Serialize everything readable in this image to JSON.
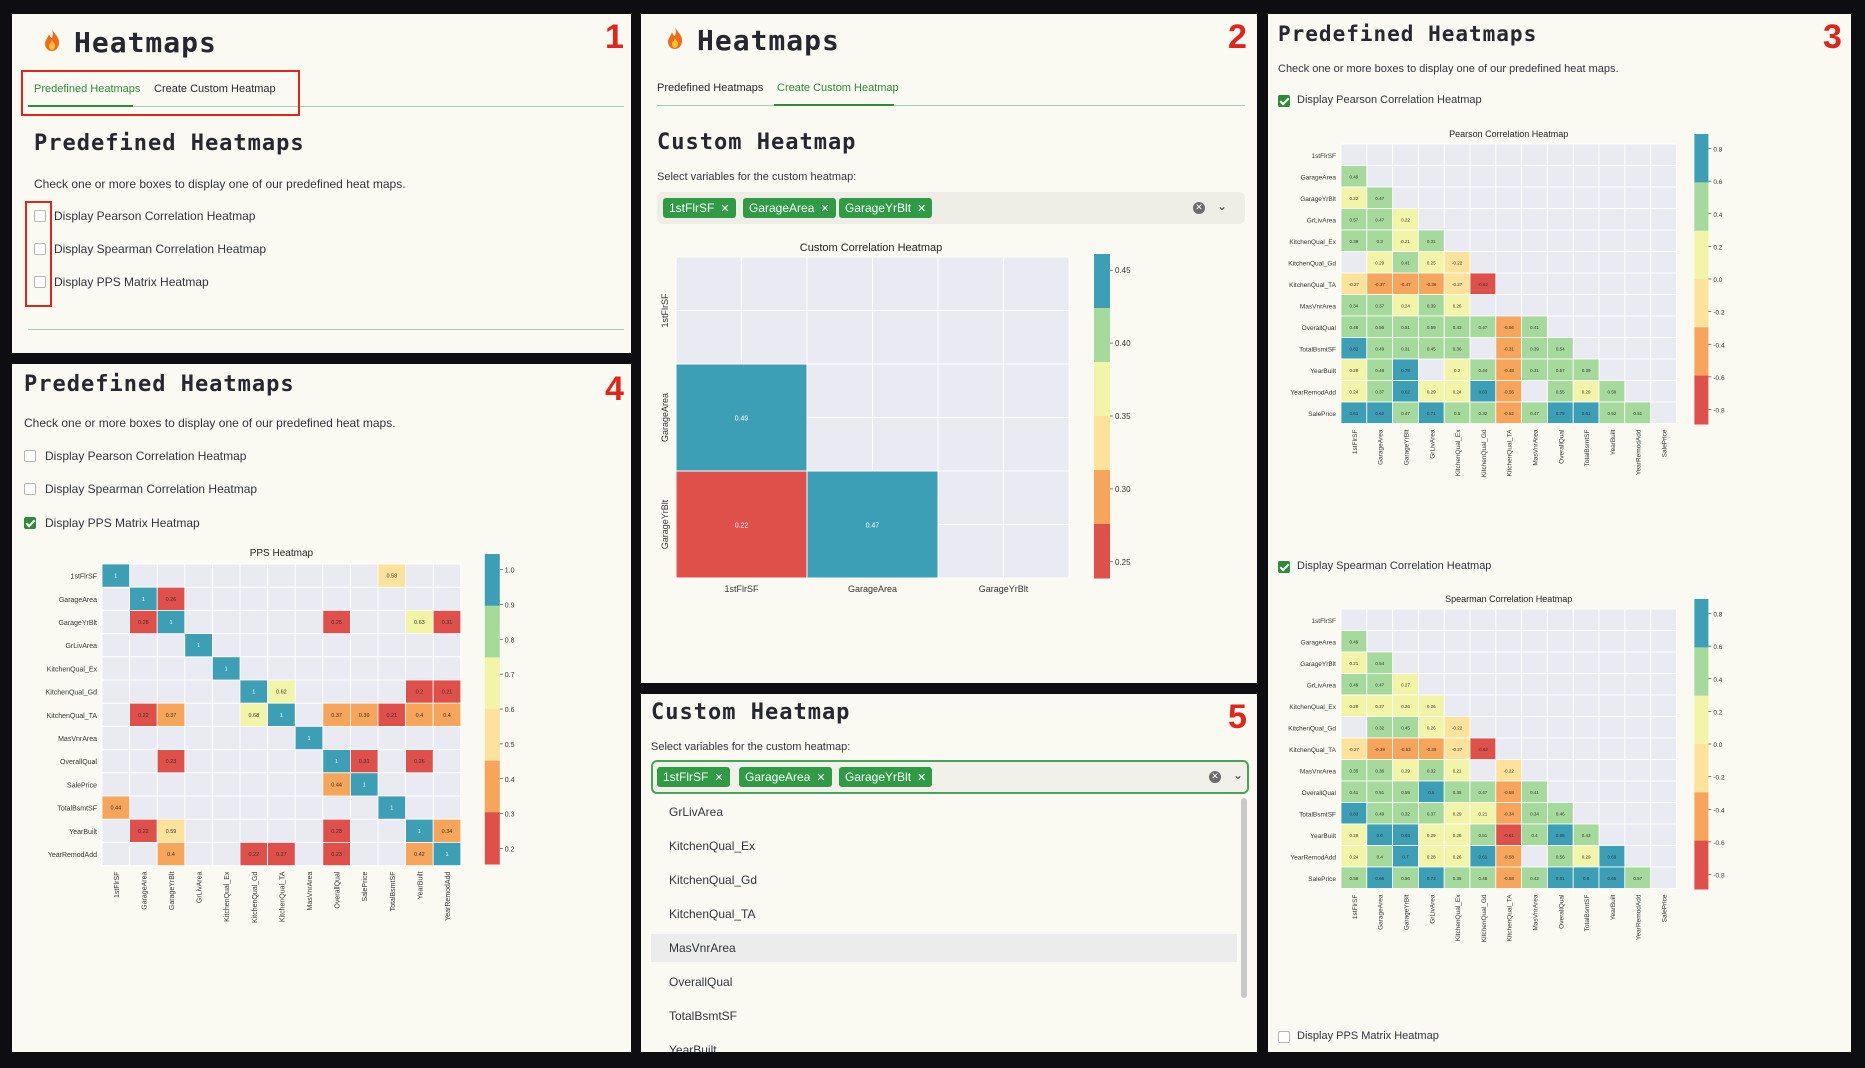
{
  "panels": {
    "p1": {
      "number": "1",
      "app_title": "Heatmaps",
      "tabs": [
        "Predefined Heatmaps",
        "Create Custom Heatmap"
      ],
      "section_title": "Predefined Heatmaps",
      "description": "Check one or more boxes to display one of our predefined heat maps.",
      "checkboxes": [
        "Display Pearson Correlation Heatmap",
        "Display Spearman Correlation Heatmap",
        "Display PPS Matrix Heatmap"
      ]
    },
    "p2": {
      "number": "2",
      "app_title": "Heatmaps",
      "tabs": [
        "Predefined Heatmaps",
        "Create Custom Heatmap"
      ],
      "section_title": "Custom Heatmap",
      "select_label": "Select variables for the custom heatmap:",
      "chips": [
        "1stFlrSF",
        "GarageArea",
        "GarageYrBlt"
      ]
    },
    "p3": {
      "number": "3",
      "section_title": "Predefined Heatmaps",
      "description": "Check one or more boxes to display one of our predefined heat maps.",
      "cb_pearson": "Display Pearson Correlation Heatmap",
      "cb_spearman": "Display Spearman Correlation Heatmap",
      "cb_pps": "Display PPS Matrix Heatmap"
    },
    "p4": {
      "number": "4",
      "section_title": "Predefined Heatmaps",
      "description": "Check one or more boxes to display one of our predefined heat maps.",
      "checkboxes": [
        "Display Pearson Correlation Heatmap",
        "Display Spearman Correlation Heatmap",
        "Display PPS Matrix Heatmap"
      ]
    },
    "p5": {
      "number": "5",
      "section_title": "Custom Heatmap",
      "select_label": "Select variables for the custom heatmap:",
      "chips": [
        "1stFlrSF",
        "GarageArea",
        "GarageYrBlt"
      ],
      "options": [
        "GrLivArea",
        "KitchenQual_Ex",
        "KitchenQual_Gd",
        "KitchenQual_TA",
        "MasVnrArea",
        "OverallQual",
        "TotalBsmtSF",
        "YearBuilt"
      ]
    }
  },
  "colors": {
    "accent": "#2e8b3a",
    "annotation_red": "#e0251b",
    "scale": [
      "#e0504b",
      "#f6a55b",
      "#fce29a",
      "#f2f4a8",
      "#a6d99c",
      "#3d9fb5"
    ]
  },
  "chart_data": [
    {
      "id": "custom",
      "type": "heatmap",
      "title": "Custom Correlation Heatmap",
      "labels": [
        "1stFlrSF",
        "GarageArea",
        "GarageYrBlt"
      ],
      "cells": [
        {
          "r": 1,
          "c": 0,
          "v": 0.49,
          "t": "0.49"
        },
        {
          "r": 2,
          "c": 0,
          "v": 0.22,
          "t": "0.22"
        },
        {
          "r": 2,
          "c": 1,
          "v": 0.47,
          "t": "0.47"
        }
      ],
      "vmin": 0.22,
      "vmax": 0.49,
      "colorbar_ticks": [
        "0.45",
        "0.40",
        "0.35",
        "0.30",
        "0.25"
      ]
    },
    {
      "id": "pearson",
      "type": "heatmap",
      "title": "Pearson Correlation Heatmap",
      "labels": [
        "1stFlrSF",
        "GarageArea",
        "GarageYrBlt",
        "GrLivArea",
        "KitchenQual_Ex",
        "KitchenQual_Gd",
        "KitchenQual_TA",
        "MasVnrArea",
        "OverallQual",
        "TotalBsmtSF",
        "YearBuilt",
        "YearRemodAdd",
        "SalePrice"
      ],
      "rows": [
        [],
        [
          "0.49"
        ],
        [
          "0.22",
          "0.47"
        ],
        [
          "0.57",
          "0.47",
          "0.22"
        ],
        [
          "0.39",
          "0.3",
          "0.21",
          "0.31"
        ],
        [
          "",
          "0.29",
          "0.41",
          "0.25",
          "-0.22"
        ],
        [
          "-0.27",
          "-0.37",
          "-0.47",
          "-0.36",
          "-0.27",
          "-0.62"
        ],
        [
          "0.34",
          "0.37",
          "0.24",
          "0.39",
          "0.26",
          "",
          ""
        ],
        [
          "0.48",
          "0.56",
          "0.51",
          "0.59",
          "0.43",
          "0.47",
          "-0.56",
          "0.41"
        ],
        [
          "0.82",
          "0.49",
          "0.31",
          "0.45",
          "0.36",
          "",
          "-0.31",
          "0.39",
          "0.54"
        ],
        [
          "0.28",
          "0.48",
          "0.78",
          "",
          "0.2",
          "0.44",
          "-0.48",
          "0.31",
          "0.57",
          "0.39"
        ],
        [
          "0.24",
          "0.37",
          "0.62",
          "0.29",
          "0.24",
          "0.63",
          "-0.56",
          "",
          "0.55",
          "0.29",
          "0.59"
        ],
        [
          "0.61",
          "0.62",
          "0.47",
          "0.71",
          "0.5",
          "0.32",
          "-0.52",
          "0.47",
          "0.79",
          "0.61",
          "0.52",
          "0.51"
        ]
      ],
      "colorbar_ticks": [
        "0.8",
        "0.6",
        "0.4",
        "0.2",
        "0.0",
        "-0.2",
        "-0.4",
        "-0.6",
        "-0.8"
      ]
    },
    {
      "id": "spearman",
      "type": "heatmap",
      "title": "Spearman Correlation Heatmap",
      "labels": [
        "1stFlrSF",
        "GarageArea",
        "GarageYrBlt",
        "GrLivArea",
        "KitchenQual_Ex",
        "KitchenQual_Gd",
        "KitchenQual_TA",
        "MasVnrArea",
        "OverallQual",
        "TotalBsmtSF",
        "YearBuilt",
        "YearRemodAdd",
        "SalePrice"
      ],
      "rows": [
        [],
        [
          "0.49"
        ],
        [
          "0.21",
          "0.54"
        ],
        [
          "0.49",
          "0.47",
          "0.27"
        ],
        [
          "0.28",
          "0.27",
          "0.26",
          "0.26"
        ],
        [
          "",
          "0.32",
          "0.45",
          "0.26",
          "-0.22"
        ],
        [
          "-0.27",
          "-0.39",
          "-0.53",
          "-0.39",
          "-0.27",
          "-0.62"
        ],
        [
          "0.35",
          "0.36",
          "0.29",
          "0.32",
          "0.21",
          "",
          "-0.22"
        ],
        [
          "0.41",
          "0.51",
          "0.59",
          "0.6",
          "0.35",
          "0.47",
          "-0.58",
          "0.41"
        ],
        [
          "0.83",
          "0.49",
          "0.32",
          "0.37",
          "0.29",
          "0.21",
          "-0.34",
          "0.34",
          "0.46"
        ],
        [
          "0.29",
          "0.6",
          "0.83",
          "0.29",
          "0.26",
          "0.51",
          "-0.61",
          "0.4",
          "0.65",
          "0.43"
        ],
        [
          "0.24",
          "0.4",
          "0.7",
          "0.28",
          "0.26",
          "0.61",
          "-0.58",
          "",
          "0.56",
          "0.29",
          "0.69"
        ],
        [
          "0.58",
          "0.66",
          "0.56",
          "0.73",
          "0.35",
          "0.48",
          "-0.58",
          "0.42",
          "0.81",
          "0.6",
          "0.65",
          "0.57"
        ]
      ],
      "colorbar_ticks": [
        "0.8",
        "0.6",
        "0.4",
        "0.2",
        "0.0",
        "-0.2",
        "-0.4",
        "-0.6",
        "-0.8"
      ]
    },
    {
      "id": "pps",
      "type": "heatmap",
      "title": "PPS Heatmap",
      "labels": [
        "1stFlrSF",
        "GarageArea",
        "GarageYrBlt",
        "GrLivArea",
        "KitchenQual_Ex",
        "KitchenQual_Gd",
        "KitchenQual_TA",
        "MasVnrArea",
        "OverallQual",
        "SalePrice",
        "TotalBsmtSF",
        "YearBuilt",
        "YearRemodAdd"
      ],
      "cells": [
        {
          "r": 0,
          "c": 0,
          "v": 1,
          "t": "1"
        },
        {
          "r": 0,
          "c": 10,
          "v": 0.58,
          "t": "0.58"
        },
        {
          "r": 1,
          "c": 1,
          "v": 1,
          "t": "1"
        },
        {
          "r": 1,
          "c": 2,
          "v": 0.26,
          "t": "0.26"
        },
        {
          "r": 2,
          "c": 1,
          "v": 0.28,
          "t": "0.28"
        },
        {
          "r": 2,
          "c": 2,
          "v": 1,
          "t": "1"
        },
        {
          "r": 2,
          "c": 8,
          "v": 0.25,
          "t": "0.25"
        },
        {
          "r": 2,
          "c": 11,
          "v": 0.63,
          "t": "0.63"
        },
        {
          "r": 2,
          "c": 12,
          "v": 0.31,
          "t": "0.31"
        },
        {
          "r": 3,
          "c": 3,
          "v": 1,
          "t": "1"
        },
        {
          "r": 4,
          "c": 4,
          "v": 1,
          "t": "1"
        },
        {
          "r": 5,
          "c": 5,
          "v": 1,
          "t": "1"
        },
        {
          "r": 5,
          "c": 6,
          "v": 0.62,
          "t": "0.62"
        },
        {
          "r": 5,
          "c": 11,
          "v": 0.2,
          "t": "0.2"
        },
        {
          "r": 5,
          "c": 12,
          "v": 0.21,
          "t": "0.21"
        },
        {
          "r": 6,
          "c": 1,
          "v": 0.22,
          "t": "0.22"
        },
        {
          "r": 6,
          "c": 2,
          "v": 0.37,
          "t": "0.37"
        },
        {
          "r": 6,
          "c": 5,
          "v": 0.68,
          "t": "0.68"
        },
        {
          "r": 6,
          "c": 6,
          "v": 1,
          "t": "1"
        },
        {
          "r": 6,
          "c": 8,
          "v": 0.37,
          "t": "0.37"
        },
        {
          "r": 6,
          "c": 9,
          "v": 0.39,
          "t": "0.39"
        },
        {
          "r": 6,
          "c": 10,
          "v": 0.21,
          "t": "0.21"
        },
        {
          "r": 6,
          "c": 11,
          "v": 0.4,
          "t": "0.4"
        },
        {
          "r": 6,
          "c": 12,
          "v": 0.4,
          "t": "0.4"
        },
        {
          "r": 7,
          "c": 7,
          "v": 1,
          "t": "1"
        },
        {
          "r": 8,
          "c": 2,
          "v": 0.23,
          "t": "0.23"
        },
        {
          "r": 8,
          "c": 8,
          "v": 1,
          "t": "1"
        },
        {
          "r": 8,
          "c": 9,
          "v": 0.31,
          "t": "0.31"
        },
        {
          "r": 8,
          "c": 11,
          "v": 0.26,
          "t": "0.26"
        },
        {
          "r": 9,
          "c": 8,
          "v": 0.44,
          "t": "0.44"
        },
        {
          "r": 9,
          "c": 9,
          "v": 1,
          "t": "1"
        },
        {
          "r": 10,
          "c": 0,
          "v": 0.44,
          "t": "0.44"
        },
        {
          "r": 10,
          "c": 10,
          "v": 1,
          "t": "1"
        },
        {
          "r": 11,
          "c": 1,
          "v": 0.22,
          "t": "0.22"
        },
        {
          "r": 11,
          "c": 2,
          "v": 0.59,
          "t": "0.59"
        },
        {
          "r": 11,
          "c": 8,
          "v": 0.28,
          "t": "0.28"
        },
        {
          "r": 11,
          "c": 11,
          "v": 1,
          "t": "1"
        },
        {
          "r": 11,
          "c": 12,
          "v": 0.34,
          "t": "0.34"
        },
        {
          "r": 12,
          "c": 2,
          "v": 0.4,
          "t": "0.4"
        },
        {
          "r": 12,
          "c": 5,
          "v": 0.22,
          "t": "0.22"
        },
        {
          "r": 12,
          "c": 6,
          "v": 0.27,
          "t": "0.27"
        },
        {
          "r": 12,
          "c": 8,
          "v": 0.23,
          "t": "0.23"
        },
        {
          "r": 12,
          "c": 11,
          "v": 0.42,
          "t": "0.42"
        },
        {
          "r": 12,
          "c": 12,
          "v": 1,
          "t": "1"
        }
      ],
      "colorbar_ticks": [
        "1.0",
        "0.9",
        "0.8",
        "0.7",
        "0.6",
        "0.5",
        "0.4",
        "0.3",
        "0.2"
      ]
    }
  ]
}
